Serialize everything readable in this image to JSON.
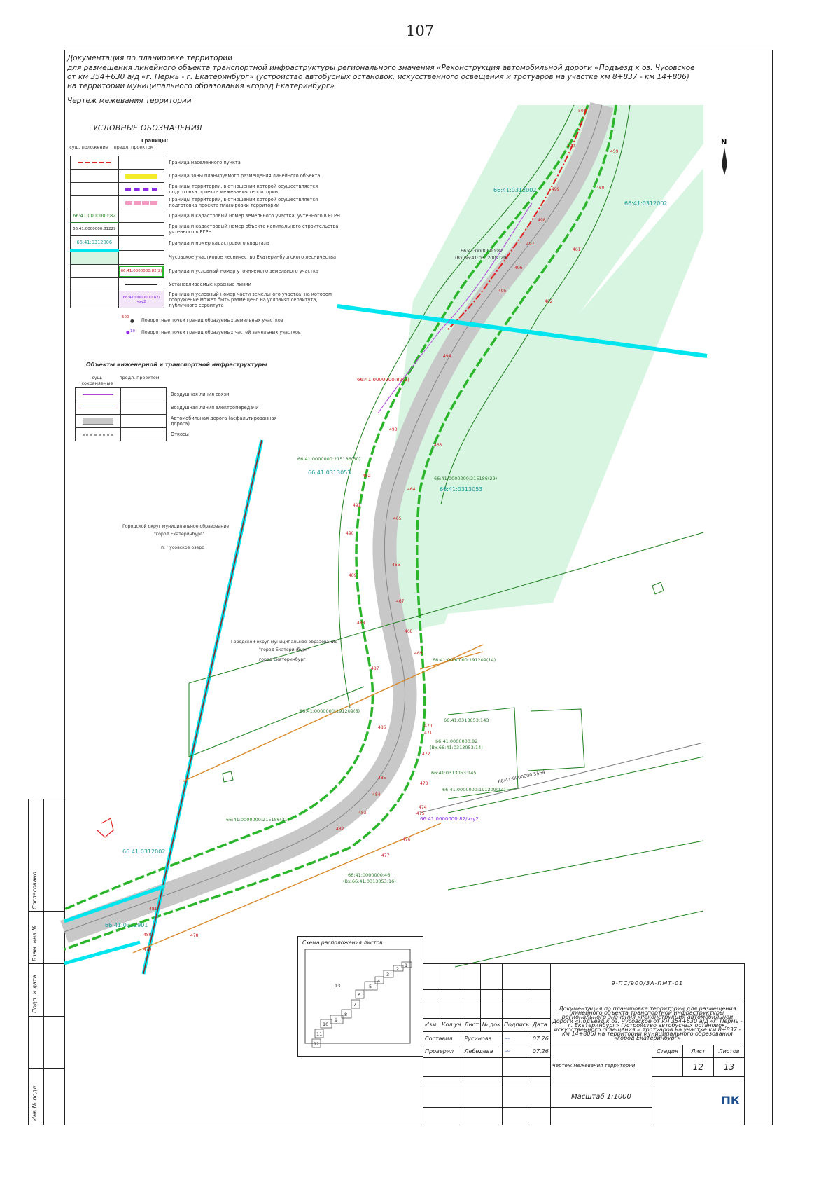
{
  "page": {
    "number": "107"
  },
  "header": {
    "line1": "Документация по планировке территории",
    "line2": "для размещения линейного объекта транспортной инфраструктуры регионального значения «Реконструкция автомобильной дороги «Подъезд к оз. Чусовское",
    "line3": "от км 354+630 а/д «г. Пермь - г. Екатеринбург» (устройство автобусных остановок, искусственного освещения и тротуаров на участке км 8+837 - км 14+806)",
    "line4": "на территории муниципального образования «город Екатеринбург»",
    "subtitle": "Чертеж межевания территории"
  },
  "legend": {
    "title": "УСЛОВНЫЕ ОБОЗНАЧЕНИЯ",
    "boundaries_title": "Границы:",
    "col_existing": "сущ. положение",
    "col_proposed": "предл. проектом",
    "rows": [
      {
        "text": "Граница населенного пункта"
      },
      {
        "text": "Граница зоны планируемого размещения линейного объекта"
      },
      {
        "text": "Границы территории, в отношении которой осуществляется подготовка проекта межевания территории"
      },
      {
        "text": "Границы территории, в отношении которой осуществляется подготовка проекта планировки территории"
      },
      {
        "text": "Граница и кадастровый номер земельного участка, учтенного в ЕГРН",
        "sample": "66:41:0000000:82"
      },
      {
        "text": "Граница и кадастровый номер объекта капитального строительства, учтенного в ЕГРН",
        "sample": "66:41:0000000:81229"
      },
      {
        "text": "Граница и номер кадастрового квартала",
        "sample": "66:41:0312006"
      },
      {
        "text": "Чусовское участковое лесничество Екатеринбургского лесничества"
      },
      {
        "text": "Граница и условный номер уточняемого земельного участка",
        "sample": "66:41:0000000:82(2)"
      },
      {
        "text": "Устанавливаемые красные линии"
      },
      {
        "text": "Граница и условный номер части земельного участка, на котором сооружение может быть размещено на условиях сервитута, публичного сервитута",
        "sample": "66:41:0000000:82/чзу2"
      }
    ],
    "points": [
      {
        "num": "500",
        "text": "Поворотные точки границ образуемых земельных участков"
      },
      {
        "num": "10",
        "text": "Поворотные точки границ образуемых частей земельных участков"
      }
    ]
  },
  "legend2": {
    "title": "Объекты инженерной и транспортной инфраструктуры",
    "col_existing": "сущ. сохраняемые",
    "col_proposed": "предл. проектом",
    "rows": [
      {
        "text": "Воздушная линия связи"
      },
      {
        "text": "Воздушная линия электропередачи"
      },
      {
        "text": "Автомобильная дорога (асфальтированная дорога)"
      },
      {
        "text": "Откосы"
      }
    ]
  },
  "map": {
    "north": "N",
    "quarters": [
      "66:41:0312002",
      "66:41:0312002",
      "66:41:0313053",
      "66:41:0313053",
      "66:41:0312002",
      "66:41:0312901"
    ],
    "parcels": [
      "66:41:0000000:82",
      "(Вх.66:41:0312002:29)",
      "66:41:0000000:82(2)",
      "66:41:0000000:215186(30)",
      "66:41:0000000:215186(29)",
      "66:41:0000000:191209(14)",
      "66:41:0000000:191209(6)",
      "66:41:0313053:143",
      "66:41:0000000:82",
      "(Вх.66:41:0313053:14)",
      "66:41:0313053:145",
      "66:41:0000000:191209(14)",
      "66:41:0000000:5564",
      "66:41:0000000:215186(31)",
      "66:41:0000000:82/чзу2",
      "66:41:0000000:46",
      "(Вх.66:41:0313053:16)"
    ],
    "places": [
      {
        "l1": "Городской округ муниципальное образование",
        "l2": "\"город Екатеринбург\"",
        "l3": "п. Чусовское озеро"
      },
      {
        "l1": "Городской округ муниципальное образование",
        "l2": "\"город Екатеринбург\"",
        "l3": "город Екатеринбург"
      }
    ],
    "points_left": [
      "501",
      "500",
      "499",
      "498",
      "497",
      "496",
      "495",
      "494",
      "493",
      "492",
      "491",
      "490",
      "489",
      "488",
      "487",
      "486",
      "485",
      "484",
      "483",
      "482",
      "481",
      "480",
      "479",
      "478"
    ],
    "points_right": [
      "459",
      "460",
      "461",
      "462",
      "463",
      "464",
      "465",
      "466",
      "467",
      "468",
      "469",
      "470",
      "471",
      "472",
      "473",
      "474",
      "475",
      "476",
      "477"
    ]
  },
  "scheme": {
    "title": "Схема расположения листов",
    "sheets": [
      "1",
      "2",
      "3",
      "4",
      "5",
      "6",
      "7",
      "8",
      "9",
      "10",
      "11",
      "12",
      "13"
    ]
  },
  "side_stamp": {
    "agreed": "Согласовано",
    "inv_vzam": "Взам. инв.№",
    "sign_date": "Подп. и дата",
    "inv_podl": "Инв.№ подл."
  },
  "title_block": {
    "code": "9-ПС/900/ЗА-ПМТ-01",
    "description": "Документация по планировке территории для размещения линейного объекта транспортной инфраструктуры регионального значения «Реконструкция автомобильной дороги «Подъезд к оз. Чусовское от км 354+630 а/д «г. Пермь - г. Екатеринбург» (устройство автобусных остановок, искусственного освещения и тротуаров на участке км 8+837 - км 14+806) на территории муниципального образования «город Екатеринбург»",
    "columns": [
      "Изм.",
      "Кол.уч",
      "Лист",
      "№ док",
      "Подпись",
      "Дата"
    ],
    "stage": "Стадия",
    "sheet": "Лист",
    "sheets": "Листов",
    "sheet_num": "12",
    "sheets_num": "13",
    "made_role": "Составил",
    "made_name": "Русинова",
    "made_date": "07.26",
    "check_role": "Проверил",
    "check_name": "Лебедева",
    "check_date": "07.26",
    "drawing": "Чертеж межевания территории",
    "scale": "Масштаб 1:1000",
    "logo": "ПК"
  },
  "colors": {
    "forest": "#d8f5e2",
    "cadastral_quarter": "#00e5ee",
    "parcel_green": "#2bb52b",
    "red_line": "#e02020",
    "power_line": "#d98a2b",
    "road": "#c8c8c8",
    "point_red": "#c81e1e",
    "teal_label": "#1a9a9a"
  }
}
